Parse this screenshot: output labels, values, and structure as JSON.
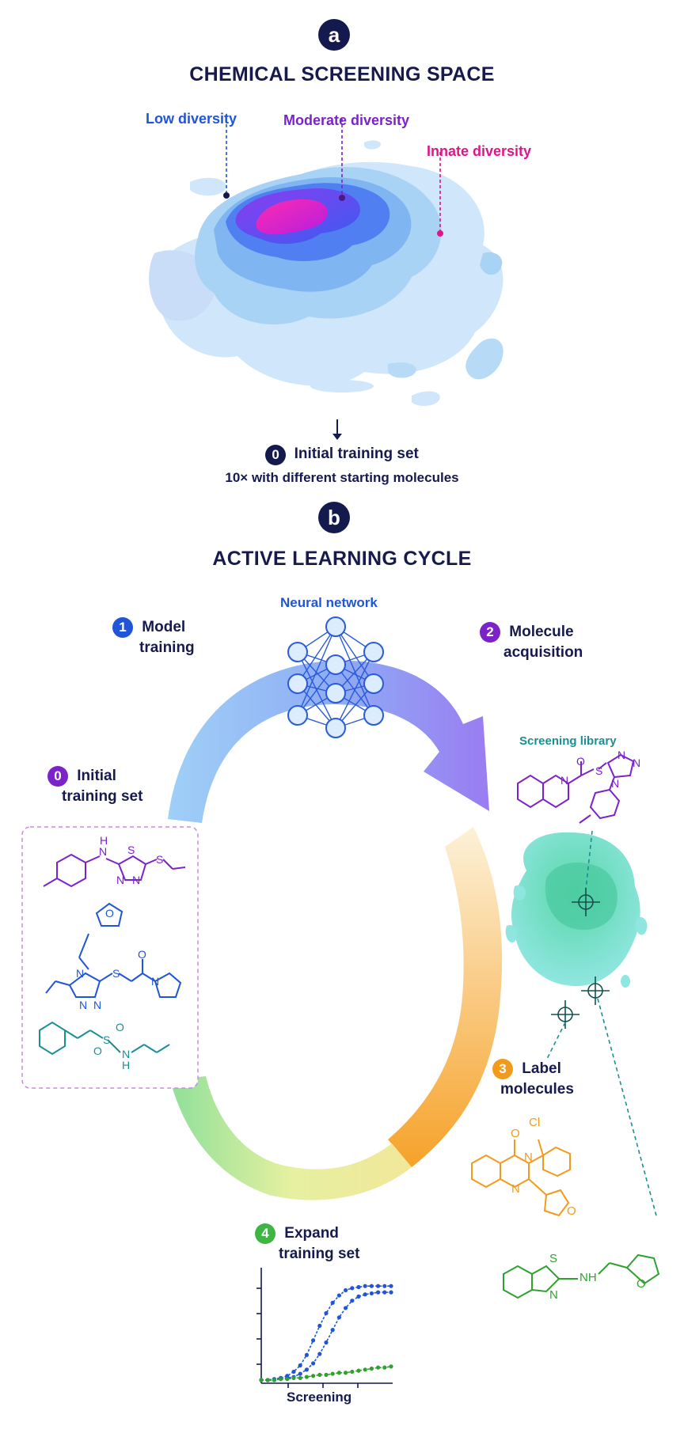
{
  "panel_a": {
    "badge": "a",
    "title": "CHEMICAL SCREENING SPACE",
    "labels": {
      "low": "Low diversity",
      "moderate": "Moderate diversity",
      "innate": "Innate diversity"
    },
    "initial_num": "0",
    "initial_label": "Initial training set",
    "initial_sub": "10× with different starting molecules"
  },
  "panel_b": {
    "badge": "b",
    "title": "ACTIVE LEARNING CYCLE",
    "neural_network": "Neural network",
    "steps": {
      "model_training": {
        "num": "1",
        "line1": "Model",
        "line2": "training"
      },
      "acquisition": {
        "num": "2",
        "line1": "Molecule",
        "line2": "acquisition"
      },
      "label": {
        "num": "3",
        "line1": "Label",
        "line2": "molecules"
      },
      "expand": {
        "num": "4",
        "line1": "Expand",
        "line2": "training set"
      },
      "initial": {
        "num": "0",
        "line1": "Initial",
        "line2": "training set"
      }
    },
    "screening_library": "Screening library",
    "chart_xlabel": "Screening"
  },
  "atoms": {
    "N": "N",
    "H": "H",
    "S": "S",
    "O": "O",
    "Cl": "Cl",
    "NH": "NH"
  },
  "colors": {
    "navy": "#141a4d",
    "blue": "#1f55d6",
    "purple": "#7b22c9",
    "magenta": "#e0158a",
    "teal": "#1a8f94",
    "orange": "#f29a1b",
    "green": "#2fa12e"
  },
  "chart_data": {
    "type": "line",
    "xlabel": "Screening",
    "ylabel": "",
    "x": [
      0,
      1,
      2,
      3,
      4,
      5,
      6,
      7,
      8,
      9,
      10,
      11,
      12,
      13,
      14,
      15,
      16,
      17,
      18,
      19,
      20
    ],
    "series": [
      {
        "values": [
          0,
          0,
          0.01,
          0.02,
          0.04,
          0.08,
          0.14,
          0.24,
          0.38,
          0.52,
          0.64,
          0.74,
          0.81,
          0.86,
          0.88,
          0.89,
          0.9,
          0.9,
          0.9,
          0.9,
          0.9
        ]
      },
      {
        "values": [
          0,
          0,
          0,
          0.01,
          0.02,
          0.03,
          0.06,
          0.1,
          0.16,
          0.25,
          0.36,
          0.48,
          0.6,
          0.69,
          0.76,
          0.8,
          0.82,
          0.83,
          0.84,
          0.84,
          0.84
        ]
      },
      {
        "values": [
          0,
          0,
          0,
          0.01,
          0.01,
          0.02,
          0.02,
          0.03,
          0.04,
          0.05,
          0.05,
          0.06,
          0.07,
          0.07,
          0.08,
          0.09,
          0.1,
          0.11,
          0.12,
          0.12,
          0.13
        ]
      }
    ],
    "ylim": [
      0,
      1
    ],
    "xlim": [
      0,
      20
    ]
  }
}
